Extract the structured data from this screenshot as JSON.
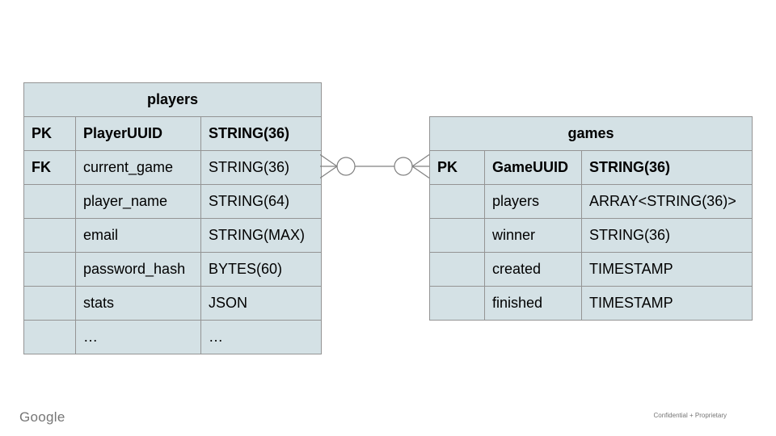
{
  "slide": {
    "footer_logo": "Google",
    "footer_note": "Confidential + Proprietary"
  },
  "players_table": {
    "title": "players",
    "rows": [
      {
        "key": "PK",
        "field": "PlayerUUID",
        "type": "STRING(36)"
      },
      {
        "key": "FK",
        "field": "current_game",
        "type": "STRING(36)"
      },
      {
        "key": "",
        "field": "player_name",
        "type": "STRING(64)"
      },
      {
        "key": "",
        "field": "email",
        "type": "STRING(MAX)"
      },
      {
        "key": "",
        "field": "password_hash",
        "type": "BYTES(60)"
      },
      {
        "key": "",
        "field": "stats",
        "type": "JSON"
      },
      {
        "key": "",
        "field": "…",
        "type": "…"
      }
    ]
  },
  "games_table": {
    "title": "games",
    "rows": [
      {
        "key": "PK",
        "field": "GameUUID",
        "type": "STRING(36)"
      },
      {
        "key": "",
        "field": "players",
        "type": "ARRAY<STRING(36)>"
      },
      {
        "key": "",
        "field": "winner",
        "type": "STRING(36)"
      },
      {
        "key": "",
        "field": "created",
        "type": "TIMESTAMP"
      },
      {
        "key": "",
        "field": "finished",
        "type": "TIMESTAMP"
      }
    ]
  },
  "relationship": {
    "notation": "crow's foot",
    "cardinality": "zero-or-many to zero-or-many",
    "from": "players.current_game",
    "to": "games.GameUUID"
  },
  "colors": {
    "cell_fill": "#d4e1e5",
    "cell_border": "#949494",
    "connector": "#808080",
    "text": "#000000",
    "footer_text": "#757575",
    "background": "#ffffff"
  }
}
